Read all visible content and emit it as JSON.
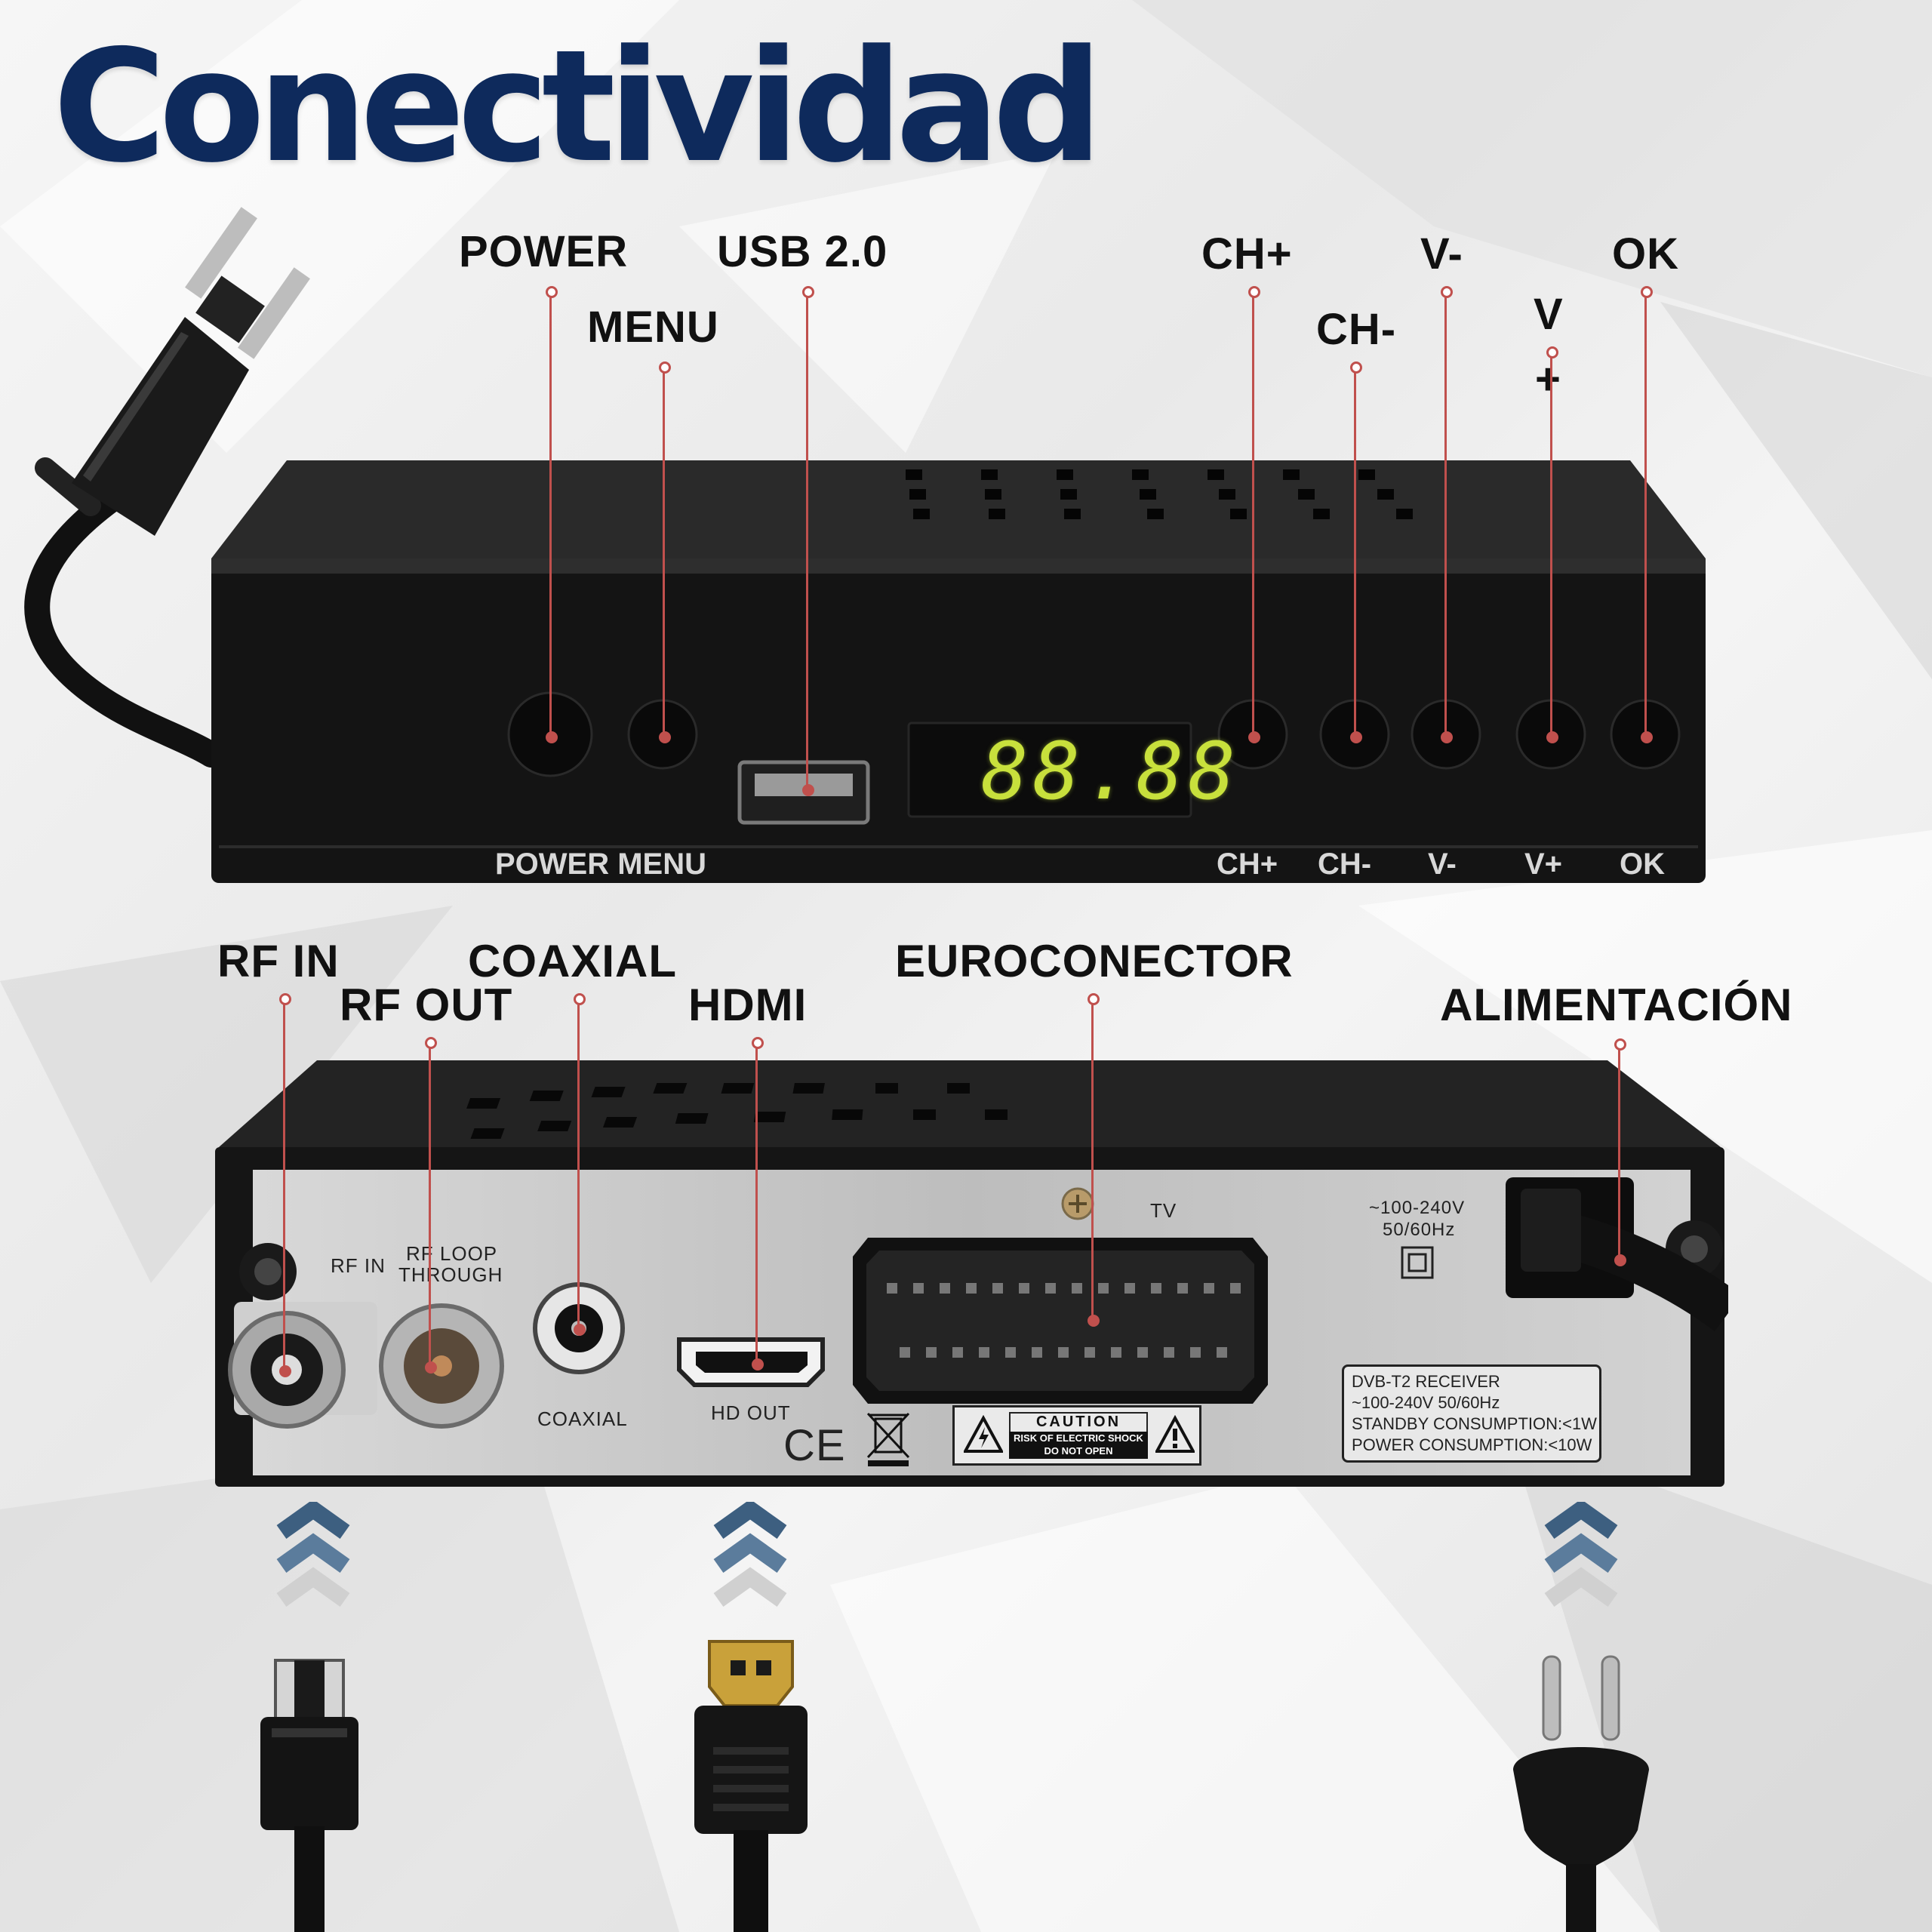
{
  "title": "Conectividad",
  "front_callouts": {
    "power": "POWER",
    "menu": "MENU",
    "usb": "USB 2.0",
    "ch_plus": "CH+",
    "ch_minus": "CH-",
    "v_minus": "V-",
    "v_plus_top": "V",
    "v_plus_bottom": "+",
    "ok": "OK"
  },
  "front_panel_labels": {
    "power_menu": "POWER MENU",
    "ch_plus": "CH+",
    "ch_minus": "CH-",
    "v_minus": "V-",
    "v_plus": "V+",
    "ok": "OK"
  },
  "display_digits": "88.88",
  "back_callouts": {
    "rf_in": "RF IN",
    "rf_out": "RF OUT",
    "coaxial": "COAXIAL",
    "hdmi": "HDMI",
    "euroconector": "EUROCONECTOR",
    "alimentacion": "ALIMENTACIÓN"
  },
  "back_panel_text": {
    "rf_in": "RF IN",
    "rf_loop_1": "RF LOOP",
    "rf_loop_2": "THROUGH",
    "coaxial": "COAXIAL",
    "hd_out": "HD OUT",
    "tv": "TV",
    "voltage_1": "~100-240V",
    "voltage_2": "50/60Hz",
    "ce_mark": "CE",
    "caution_title": "CAUTION",
    "caution_line1": "RISK OF ELECTRIC SHOCK",
    "caution_line2": "DO NOT OPEN",
    "spec_lines": [
      "DVB-T2 RECEIVER",
      "~100-240V 50/60Hz",
      "STANDBY CONSUMPTION:<1W",
      "POWER CONSUMPTION:<10W"
    ]
  },
  "colors": {
    "title": "#0e2a5c",
    "leader": "#c0504d",
    "chevron_dark": "#3d5f80",
    "chevron_light": "#d0d0d0",
    "device_body": "#151515",
    "lcd": "#c8e03c"
  },
  "icons": [
    "euro-plug-icon",
    "antenna-plug-icon",
    "hdmi-plug-icon",
    "chevron-up-icon",
    "warning-icon",
    "weee-bin-icon"
  ]
}
